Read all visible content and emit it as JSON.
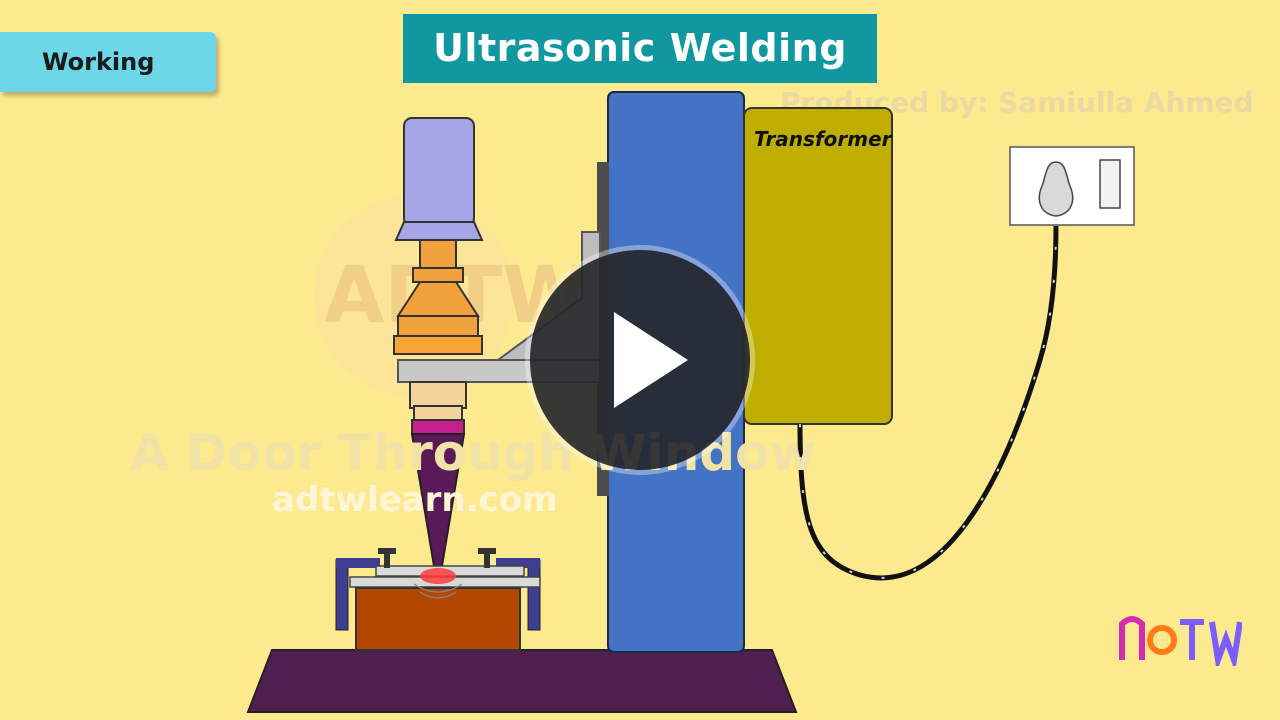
{
  "section_tag": "Working",
  "title": "Ultrasonic Welding",
  "credit": "Produced by: Samiulla Ahmed",
  "transformer_label": "Transformer",
  "watermark": {
    "tagline": "A Door Through Window",
    "url": "adtwlearn.com"
  },
  "colors": {
    "background": "#fde98e",
    "title_bg": "#11979f",
    "tag_bg": "#6dd7e8",
    "column": "#4472c4",
    "transformer": "#bfae00",
    "base": "#4f1f4f",
    "converter": "#a6a6e6",
    "booster": "#f1a13c",
    "horn": "#5a1a5a",
    "anvil": "#b34700"
  },
  "icons": {
    "play": "play-icon",
    "logo": "adtw-logo-icon",
    "socket": "power-socket-icon"
  }
}
